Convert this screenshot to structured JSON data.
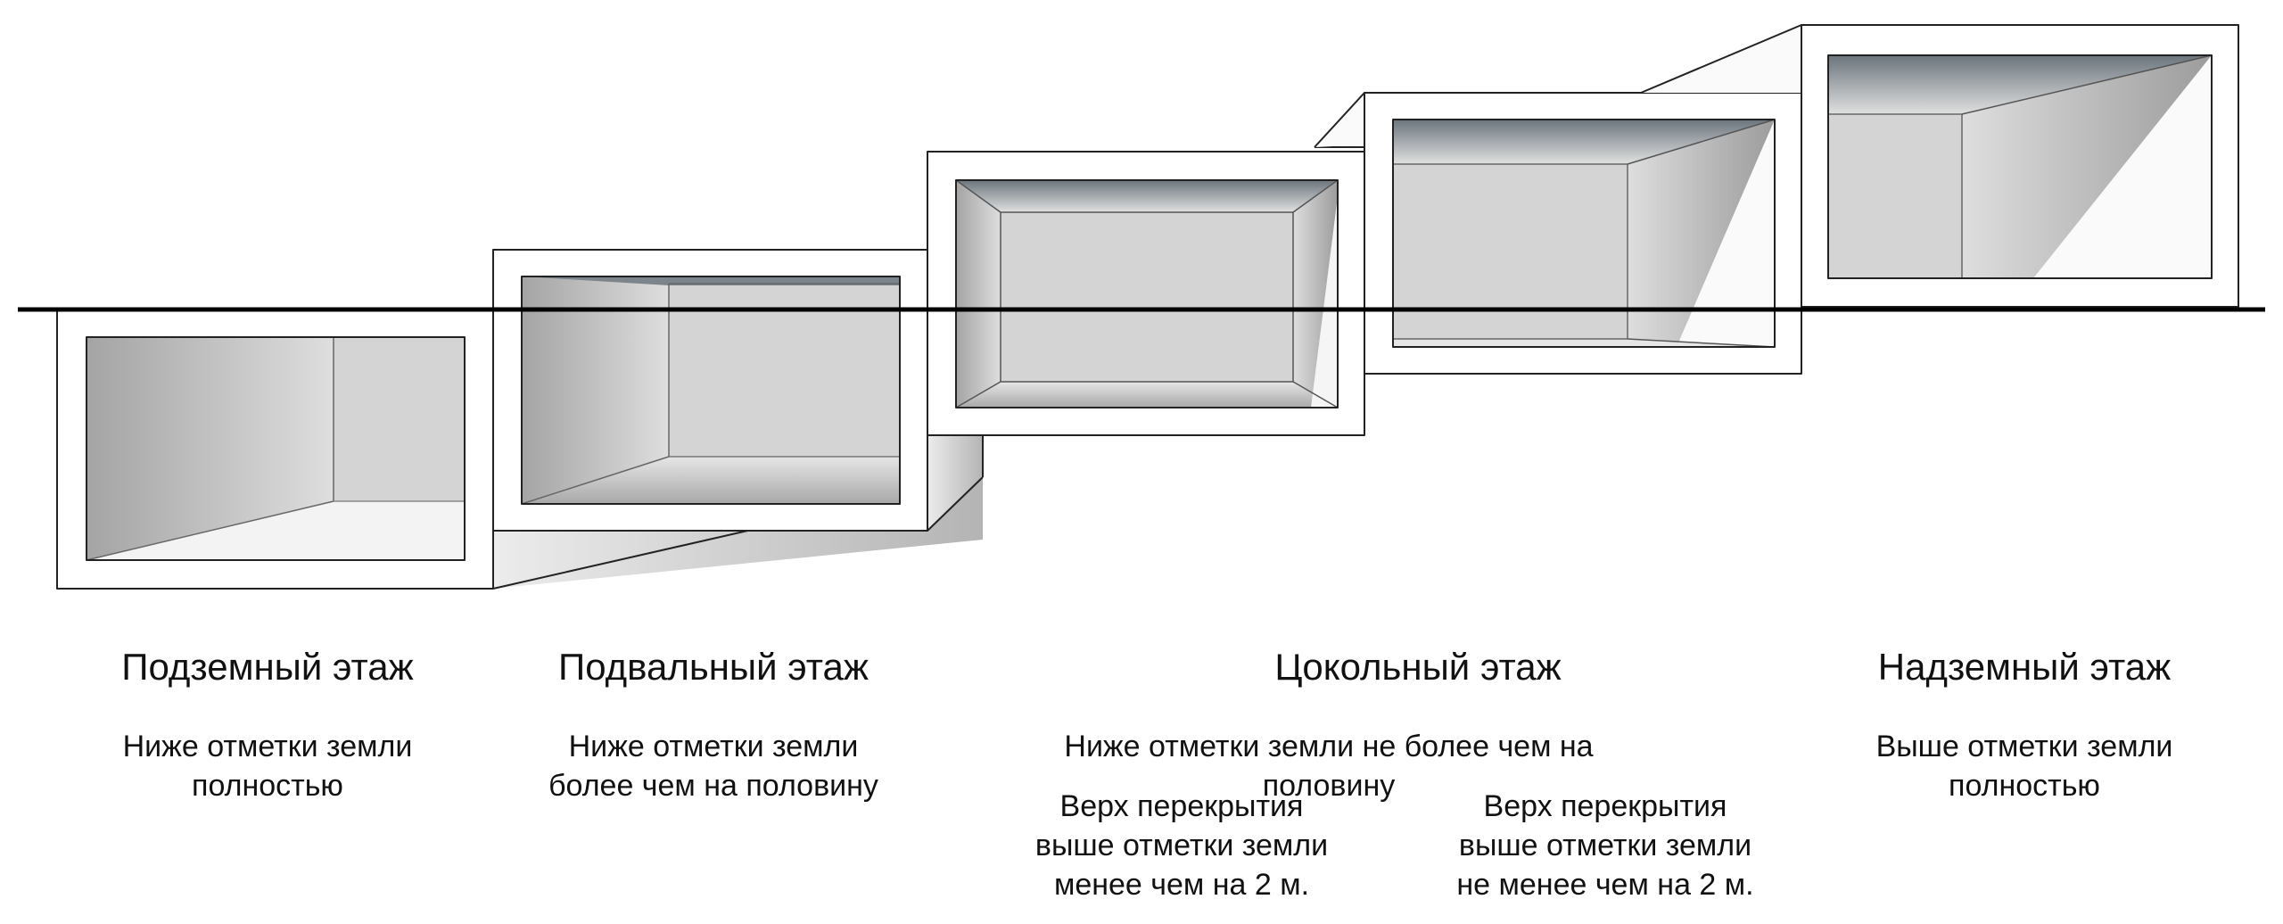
{
  "floors": [
    {
      "id": "underground",
      "title": "Подземный этаж",
      "description": "Ниже отметки земли\nполностью"
    },
    {
      "id": "basement",
      "title": "Подвальный этаж",
      "description": "Ниже отметки земли\nболее чем на половину"
    },
    {
      "id": "plinth",
      "title": "Цокольный этаж",
      "description": "Ниже отметки земли не более чем на половину",
      "sub_notes": [
        "Верх перекрытия\nвыше отметки земли\nменее чем на 2 м.",
        "Верх перекрытия\nвыше отметки земли\nне менее чем на 2 м."
      ]
    },
    {
      "id": "above_ground",
      "title": "Надземный этаж",
      "description": "Выше отметки земли\nполностью"
    }
  ],
  "colors": {
    "ground_line": "#000000",
    "wall_light": "#d6d6d6",
    "wall_dark": "#9a9a9a",
    "ceiling_dark": "#6f7a83",
    "outline": "#222222"
  }
}
